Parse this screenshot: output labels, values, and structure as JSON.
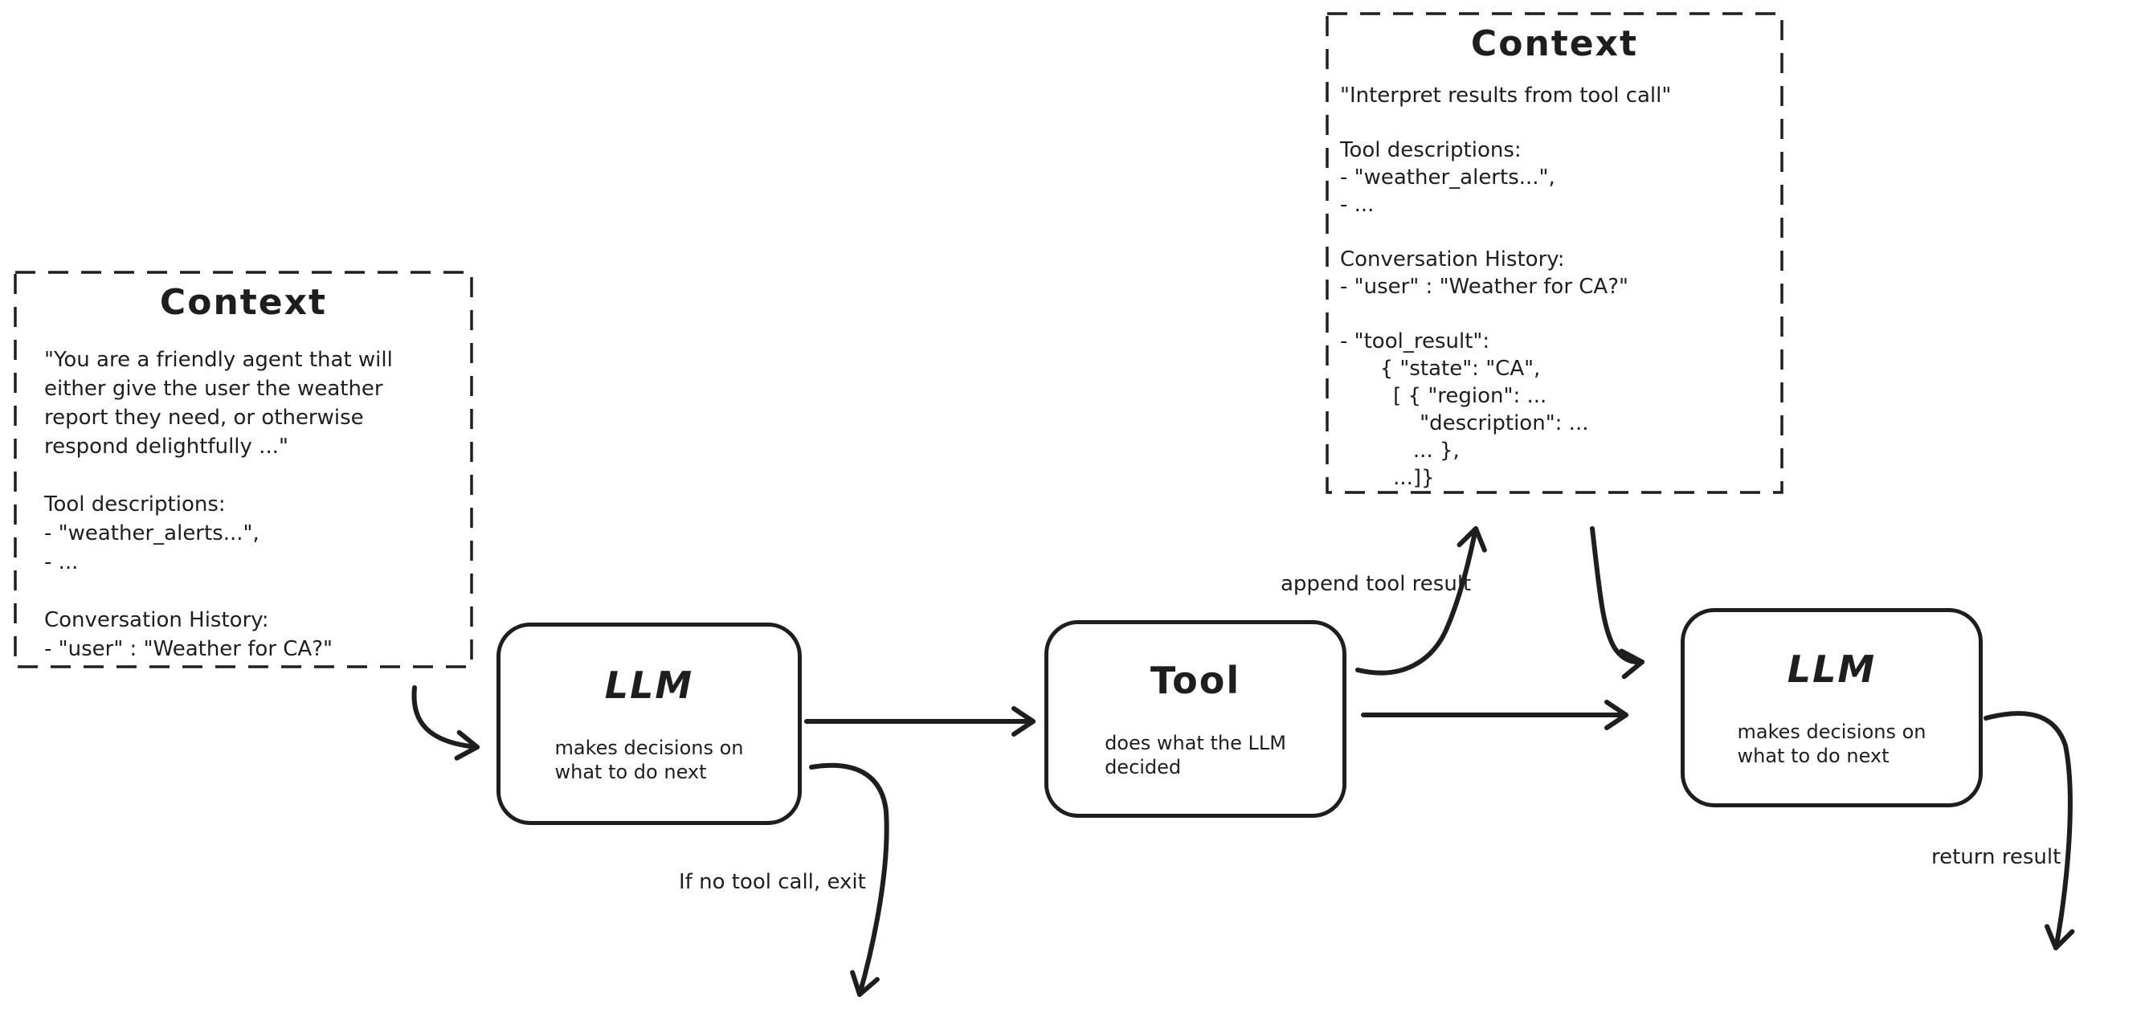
{
  "colors": {
    "ink": "#1e1e1e",
    "background": "#ffffff"
  },
  "context_left": {
    "title": "Context",
    "body": "\"You are a friendly agent that will\neither give the user the weather\nreport they need, or otherwise\nrespond delightfully ...\"\n\nTool descriptions:\n- \"weather_alerts...\",\n- ...\n\nConversation History:\n- \"user\" : \"Weather for CA?\""
  },
  "context_top": {
    "title": "Context",
    "body": "\"Interpret results from tool call\"\n\nTool descriptions:\n- \"weather_alerts...\",\n- ...\n\nConversation History:\n- \"user\" : \"Weather for CA?\"\n\n- \"tool_result\":\n      { \"state\": \"CA\",\n        [ { \"region\": ...\n            \"description\": ...\n           ... },\n        ...]}"
  },
  "nodes": {
    "llm1": {
      "title": "LLM",
      "subtitle": "makes decisions on\nwhat to do next"
    },
    "tool": {
      "title": "Tool",
      "subtitle": "does what the LLM\ndecided"
    },
    "llm2": {
      "title": "LLM",
      "subtitle": "makes decisions on\nwhat to do next"
    }
  },
  "edge_labels": {
    "append_tool_result": "append tool result",
    "no_tool_call_exit": "If no tool call, exit",
    "return_result": "return result"
  }
}
